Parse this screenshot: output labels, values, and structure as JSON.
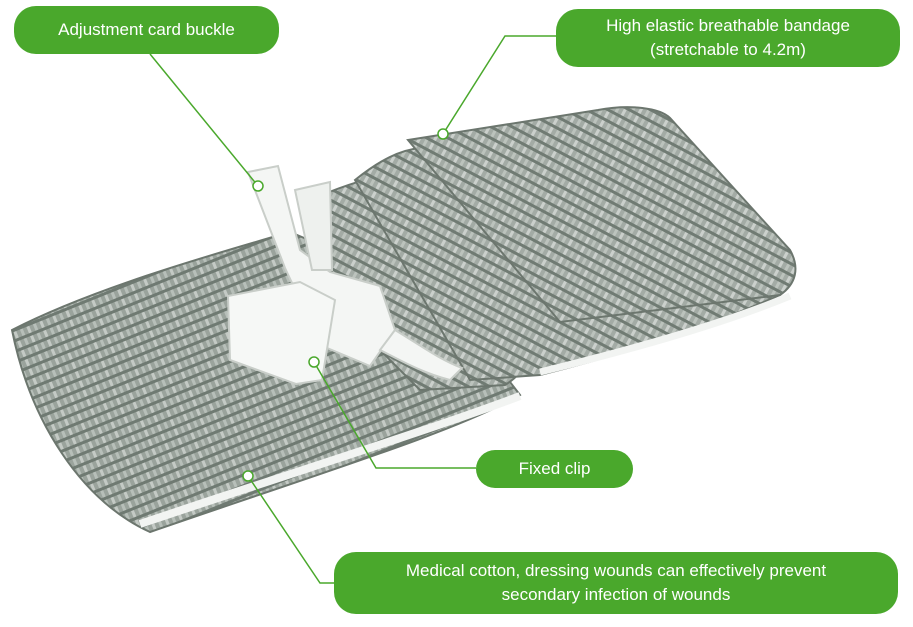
{
  "labels": {
    "buckle": "Adjustment card buckle",
    "bandage_line1": "High elastic breathable bandage",
    "bandage_line2": "(stretchable to 4.2m)",
    "clip": "Fixed clip",
    "cotton_line1": "Medical cotton, dressing wounds can effectively prevent",
    "cotton_line2": "secondary infection of wounds"
  },
  "colors": {
    "callout_green": "#4aa82c",
    "bandage_gray": "#8a948c",
    "buckle_white": "#f4f6f4"
  }
}
